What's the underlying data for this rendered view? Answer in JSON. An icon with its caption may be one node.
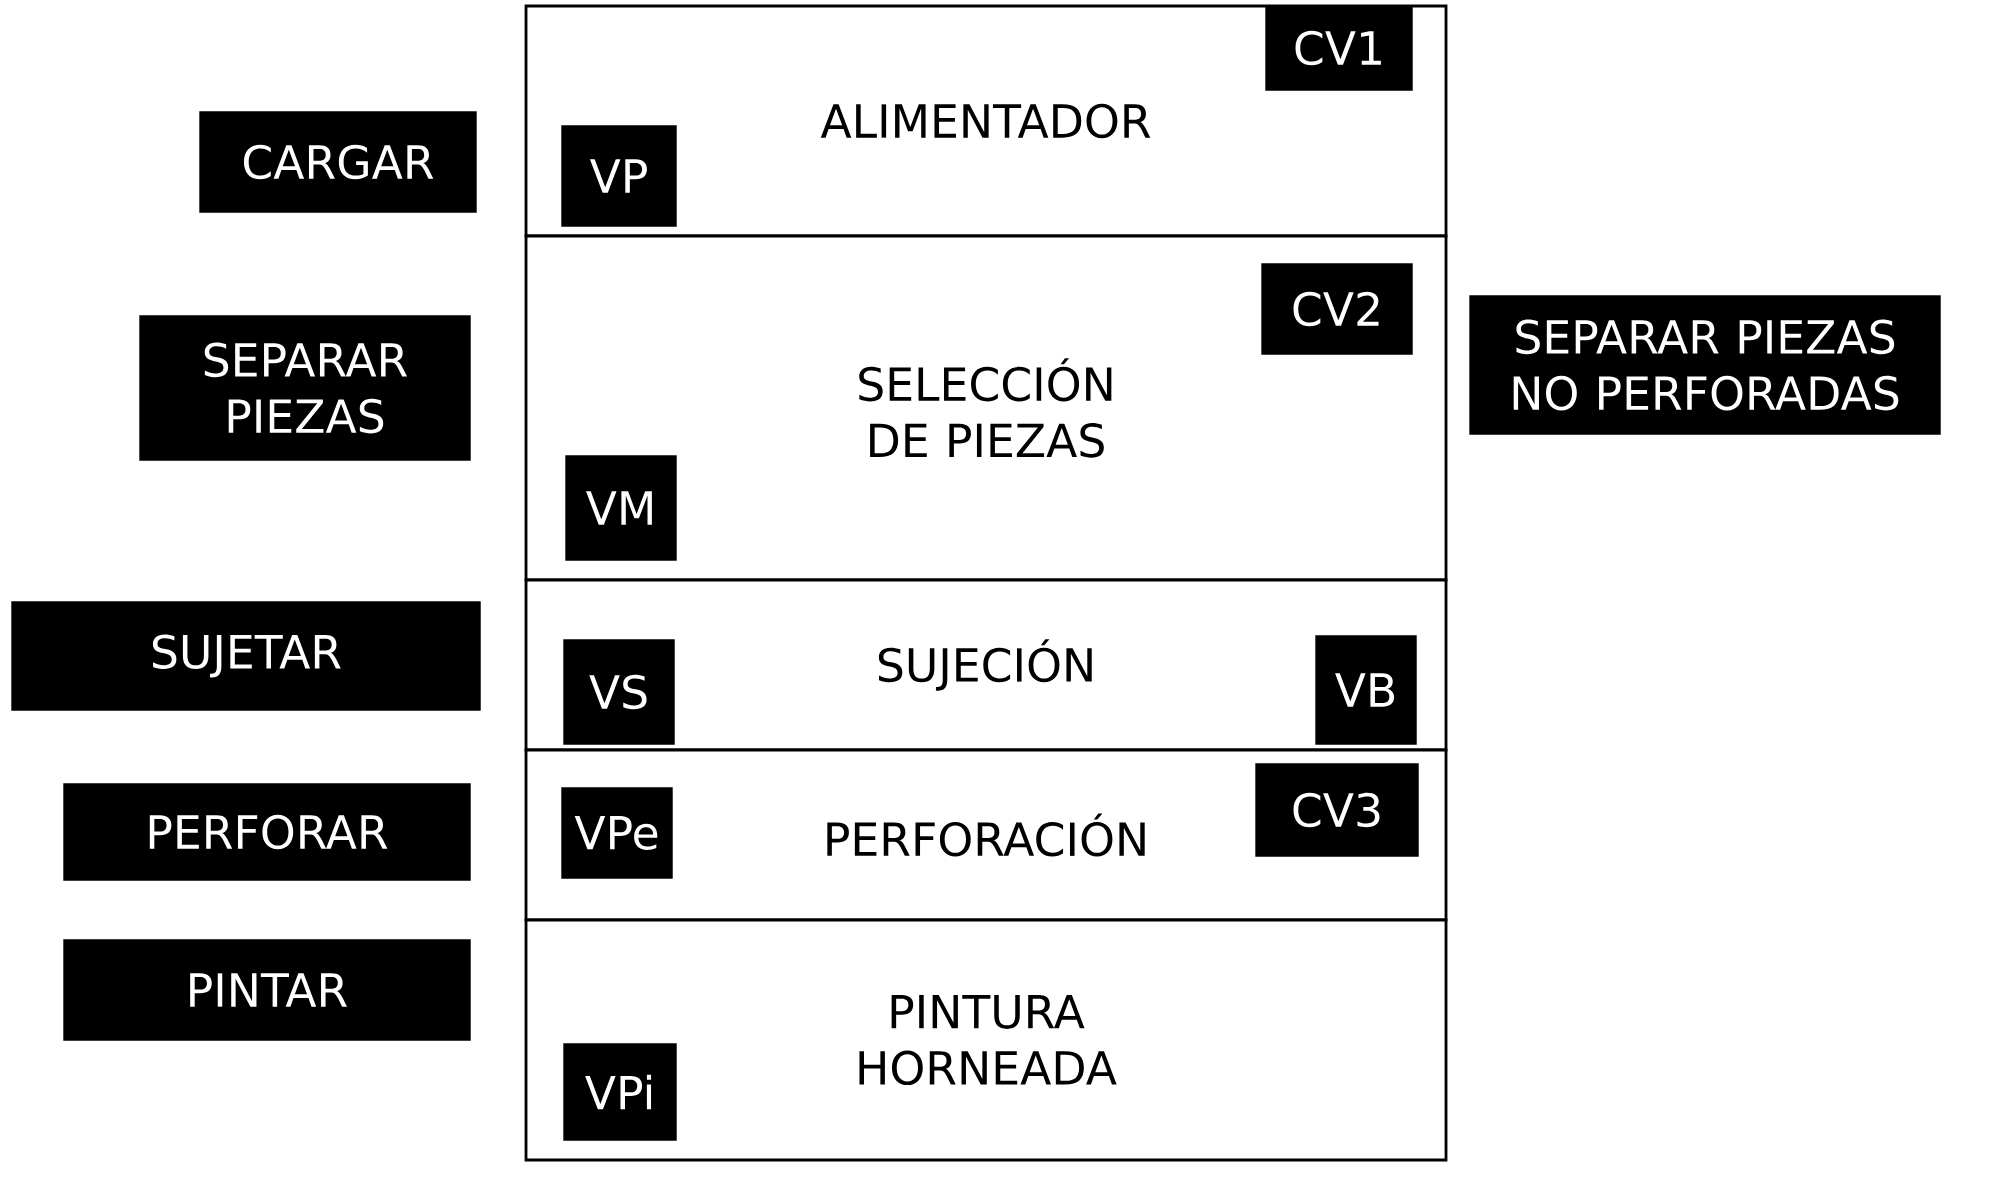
{
  "diagram": {
    "nodes": [
      {
        "text": [
          "CARGAR"
        ]
      },
      {
        "text": [
          "ALIMENTADOR"
        ]
      },
      {
        "text": [
          "VP"
        ],
        "in": 1
      },
      {
        "text": [
          "CV1"
        ],
        "in": 1
      },
      {
        "text": [
          "SEPARAR PIEZAS"
        ]
      },
      {
        "text": [
          "SELECCIÓN DE PIEZAS"
        ]
      },
      {
        "text": [
          "CV2"
        ],
        "in": 5
      },
      {
        "text": [
          "VM"
        ],
        "in": 5
      },
      {
        "text": [
          "SEPARAR PIEZAS NO PERFORADAS"
        ]
      },
      {
        "text": [
          "SUJETAR"
        ]
      },
      {
        "text": [
          "SUJECIÓN"
        ]
      },
      {
        "text": [
          "VS"
        ],
        "in": 10
      },
      {
        "text": [
          "VB"
        ],
        "in": 10
      },
      {
        "text": [
          "PERFORAR"
        ]
      },
      {
        "text": [
          "PERFORACIÓN"
        ]
      },
      {
        "text": [
          "VPe"
        ],
        "in": 14
      },
      {
        "text": [
          "CV3"
        ],
        "in": 14
      },
      {
        "text": [
          "PINTAR"
        ]
      },
      {
        "text": [
          "PINTURA HORNEADA"
        ]
      },
      {
        "text": [
          "VPi"
        ],
        "in": 18
      }
    ]
  }
}
